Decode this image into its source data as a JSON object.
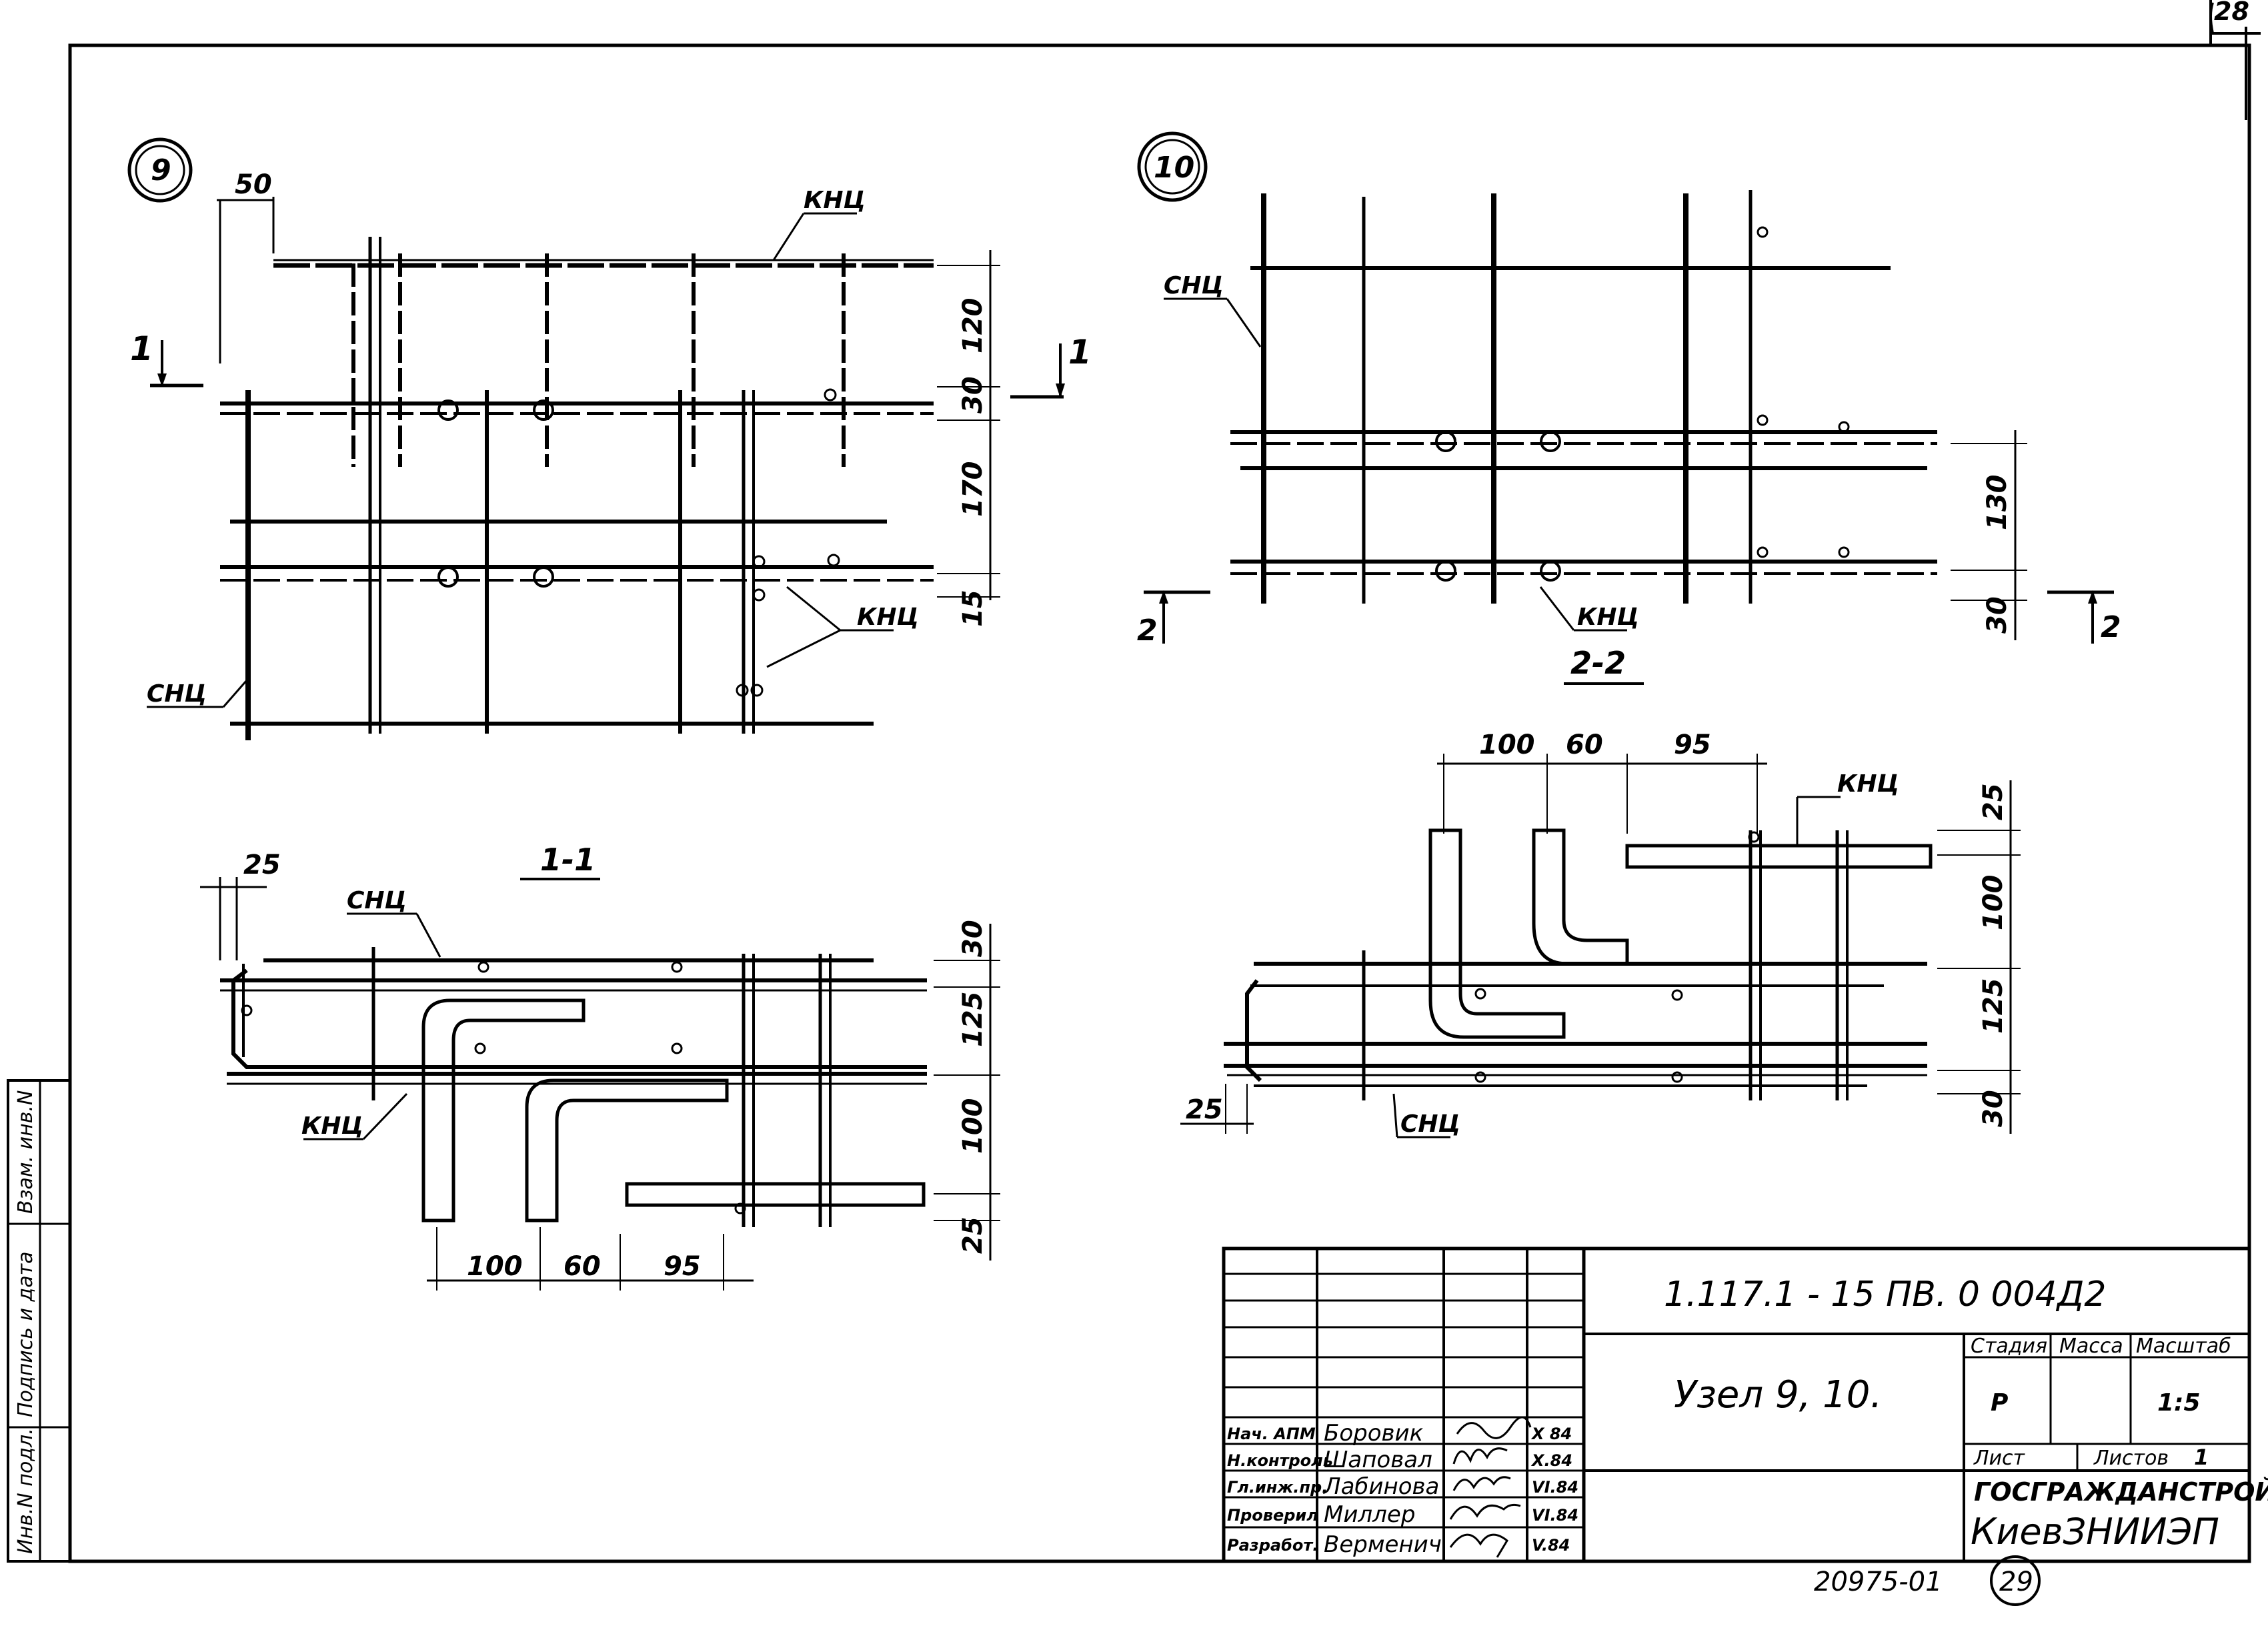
{
  "sheet": {
    "page_number": "28",
    "archive_number": "20975-01",
    "stamp_number": "29"
  },
  "details": {
    "node9": {
      "marker": "9"
    },
    "node10": {
      "marker": "10"
    },
    "section11": {
      "title": "1-1",
      "cut_mark": "1"
    },
    "section22": {
      "title": "2-2",
      "cut_mark": "2"
    }
  },
  "labels": {
    "knc": "КНЦ",
    "snc": "СНЦ"
  },
  "dimensions": {
    "node9": [
      "50",
      "120",
      "30",
      "170",
      "15"
    ],
    "section11": [
      "25",
      "30",
      "125",
      "100",
      "25",
      "100",
      "60",
      "95"
    ],
    "node10": [
      "130",
      "30"
    ],
    "section22": [
      "100",
      "60",
      "95",
      "25",
      "100",
      "125",
      "30",
      "25"
    ]
  },
  "side_stamp": [
    "Инв.N подл.",
    "Подпись и дата",
    "Взам. инв.N"
  ],
  "title_block": {
    "code": "1.117.1 - 15 ПВ. 0   004Д2",
    "name": "Узел 9, 10.",
    "stage_header": "Стадия",
    "mass_header": "Масса",
    "scale_header": "Масштаб",
    "stage": "Р",
    "mass": "",
    "scale": "1:5",
    "sheet_label": "Лист",
    "sheets_label": "Листов",
    "sheets_count": "1",
    "org1": "ГОСГРАЖДАНСТРОЙ",
    "org2": "КиевЗНИИЭП",
    "signers": [
      {
        "role": "Нач. АПМ",
        "name": "Боровик",
        "date": "X 84"
      },
      {
        "role": "Н.контроль",
        "name": "Шаповал",
        "date": "X.84"
      },
      {
        "role": "Гл.инж.пр.",
        "name": "Лабинова",
        "date": "VI.84"
      },
      {
        "role": "Проверил",
        "name": "Миллер",
        "date": "VI.84"
      },
      {
        "role": "Разработ.",
        "name": "Верменич",
        "date": "V.84"
      }
    ]
  }
}
